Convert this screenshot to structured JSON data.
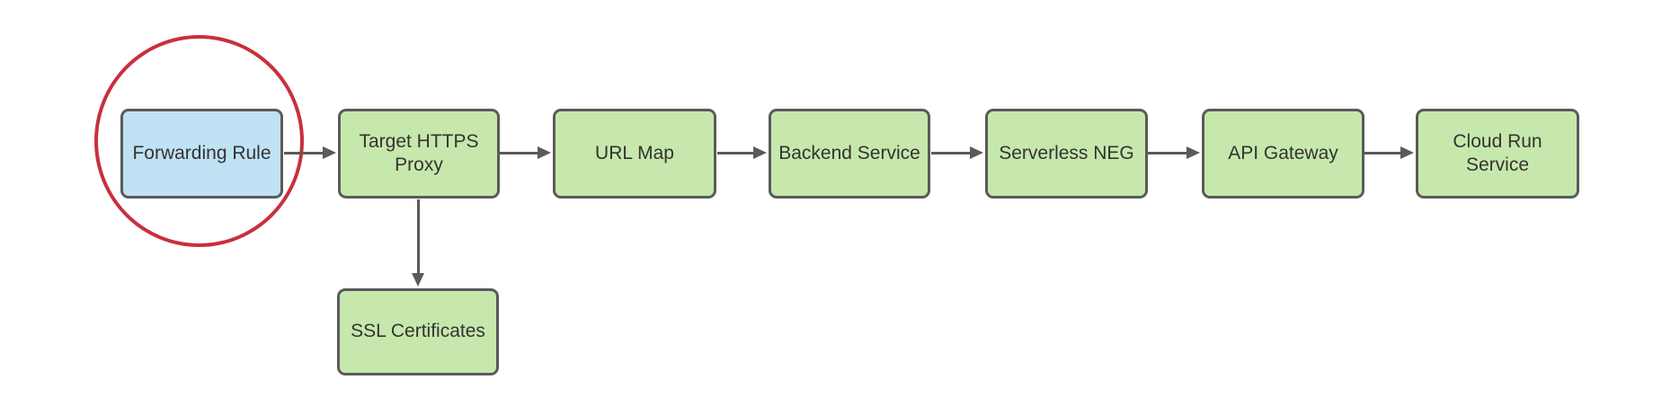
{
  "diagram": {
    "type": "flowchart",
    "description": "GCP HTTPS load balancing request flow to Cloud Run via API Gateway",
    "nodes": [
      {
        "id": "forwarding-rule",
        "label": "Forwarding Rule",
        "fill": "#bfe2f4",
        "highlighted": true
      },
      {
        "id": "target-https-proxy",
        "label": "Target HTTPS Proxy",
        "fill": "#c7e8ac",
        "highlighted": false
      },
      {
        "id": "url-map",
        "label": "URL Map",
        "fill": "#c7e8ac",
        "highlighted": false
      },
      {
        "id": "backend-service",
        "label": "Backend Service",
        "fill": "#c7e8ac",
        "highlighted": false
      },
      {
        "id": "serverless-neg",
        "label": "Serverless NEG",
        "fill": "#c7e8ac",
        "highlighted": false
      },
      {
        "id": "api-gateway",
        "label": "API Gateway",
        "fill": "#c7e8ac",
        "highlighted": false
      },
      {
        "id": "cloud-run-service",
        "label": "Cloud Run Service",
        "fill": "#c7e8ac",
        "highlighted": false
      },
      {
        "id": "ssl-certificates",
        "label": "SSL Certificates",
        "fill": "#c7e8ac",
        "highlighted": false
      }
    ],
    "edges": [
      {
        "from": "forwarding-rule",
        "to": "target-https-proxy",
        "direction": "right"
      },
      {
        "from": "target-https-proxy",
        "to": "url-map",
        "direction": "right"
      },
      {
        "from": "url-map",
        "to": "backend-service",
        "direction": "right"
      },
      {
        "from": "backend-service",
        "to": "serverless-neg",
        "direction": "right"
      },
      {
        "from": "serverless-neg",
        "to": "api-gateway",
        "direction": "right"
      },
      {
        "from": "api-gateway",
        "to": "cloud-run-service",
        "direction": "right"
      },
      {
        "from": "target-https-proxy",
        "to": "ssl-certificates",
        "direction": "down"
      }
    ],
    "highlight": {
      "shape": "ellipse",
      "around": "forwarding-rule",
      "color": "#c8303c"
    },
    "colors": {
      "node_green_fill": "#c7e8ac",
      "node_blue_fill": "#bfe2f4",
      "node_border": "#5a5a5a",
      "arrow": "#5a5a5a",
      "text": "#333333",
      "highlight_red": "#c8303c",
      "background": "#ffffff"
    }
  }
}
